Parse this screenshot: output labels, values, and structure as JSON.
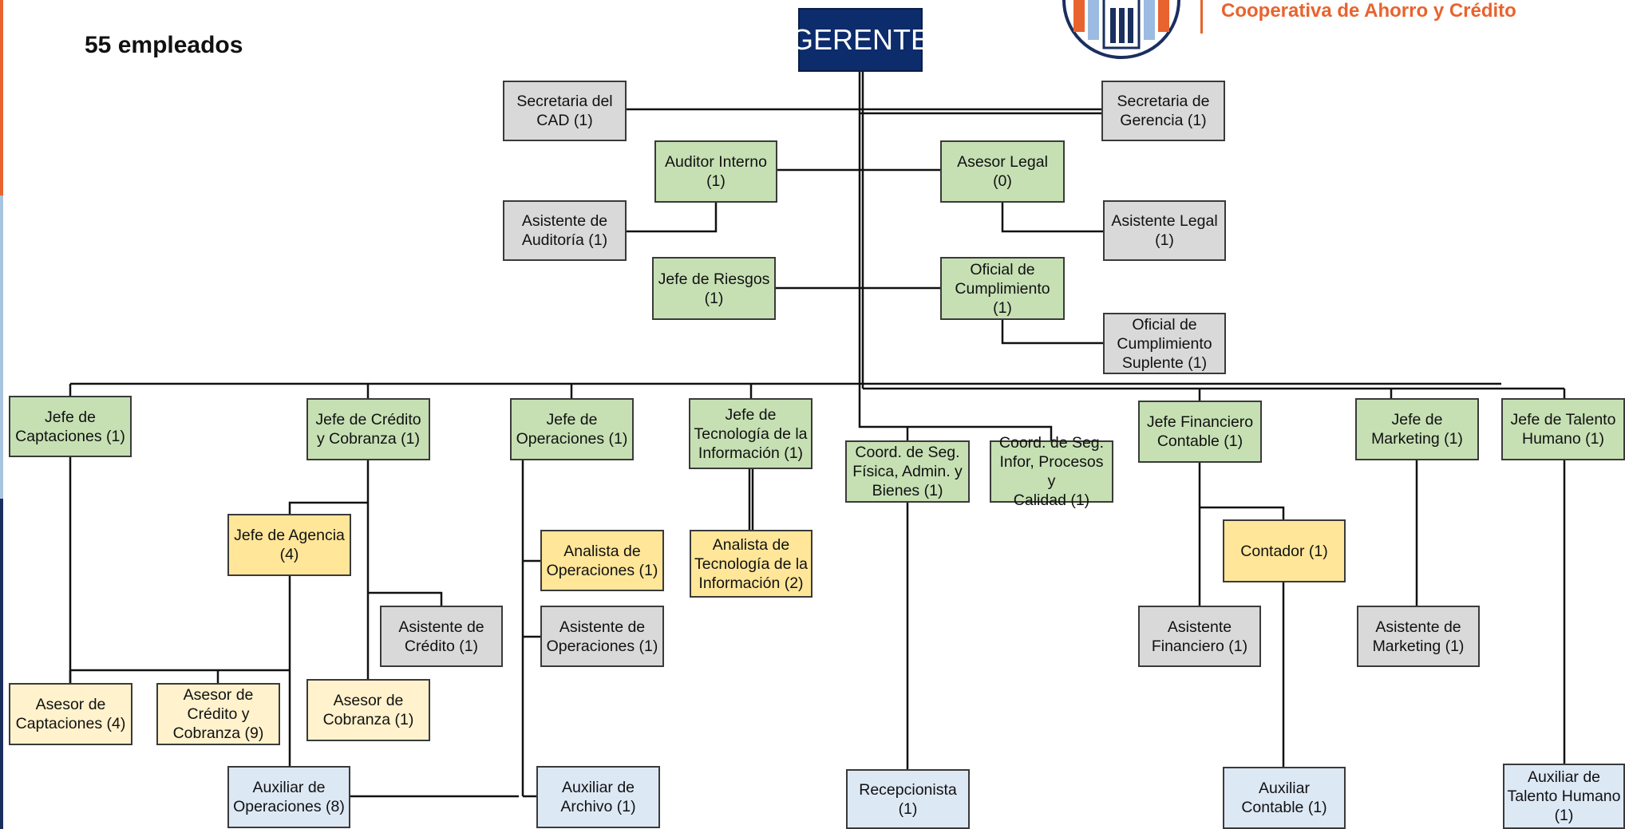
{
  "header": {
    "employee_count": "55 empleados",
    "org_name": "Cooperativa de Ahorro y Crédito"
  },
  "colors": {
    "brand_orange": "#e8632e",
    "navy": "#0c2c6b",
    "gray": "#d9d9d9",
    "green": "#c6e0b4",
    "yellow": "#ffe699",
    "cream": "#fff2cc",
    "blue": "#dde8f5"
  },
  "nodes": {
    "gerente": "GERENTE",
    "secretaria_cad": "Secretaria del\nCAD (1)",
    "secretaria_gerencia": "Secretaria de\nGerencia (1)",
    "auditor_interno": "Auditor Interno\n(1)",
    "asesor_legal": "Asesor Legal\n(0)",
    "asistente_auditoria": "Asistente de\nAuditoría (1)",
    "asistente_legal": "Asistente Legal\n(1)",
    "jefe_riesgos": "Jefe de Riesgos\n(1)",
    "oficial_cumplimiento": "Oficial de\nCumplimiento\n(1)",
    "oficial_cumplimiento_suplente": "Oficial de\nCumplimiento\nSuplente (1)",
    "jefe_captaciones": "Jefe de\nCaptaciones (1)",
    "jefe_credito": "Jefe de Crédito\ny Cobranza (1)",
    "jefe_operaciones": "Jefe de\nOperaciones (1)",
    "jefe_tecnologia": "Jefe de\nTecnología de la\nInformación (1)",
    "coord_seg_fisica": "Coord. de Seg.\nFísica, Admin. y\nBienes (1)",
    "coord_seg_infor": "Coord. de Seg.\nInfor, Procesos y\nCalidad (1)",
    "jefe_financiero": "Jefe Financiero\nContable (1)",
    "jefe_marketing": "Jefe de\nMarketing (1)",
    "jefe_talento": "Jefe de Talento\nHumano (1)",
    "jefe_agencia": "Jefe de   Agencia\n(4)",
    "analista_operaciones": "Analista de\nOperaciones (1)",
    "analista_tecnologia": "Analista de\nTecnología de la\nInformación (2)",
    "contador": "Contador (1)",
    "asistente_credito": "Asistente de\nCrédito (1)",
    "asistente_operaciones": "Asistente de\nOperaciones (1)",
    "asistente_financiero": "Asistente\nFinanciero (1)",
    "asistente_marketing": "Asistente de\nMarketing (1)",
    "asesor_captaciones": "Asesor de\nCaptaciones (4)",
    "asesor_credito": "Asesor de\nCrédito y\nCobranza (9)",
    "asesor_cobranza": "Asesor de\nCobranza (1)",
    "auxiliar_operaciones": "Auxiliar de\nOperaciones (8)",
    "auxiliar_archivo": "Auxiliar de\nArchivo (1)",
    "recepcionista": "Recepcionista\n(1)",
    "auxiliar_contable": "Auxiliar\nContable (1)",
    "auxiliar_talento": "Auxiliar de\nTalento Humano\n(1)"
  }
}
